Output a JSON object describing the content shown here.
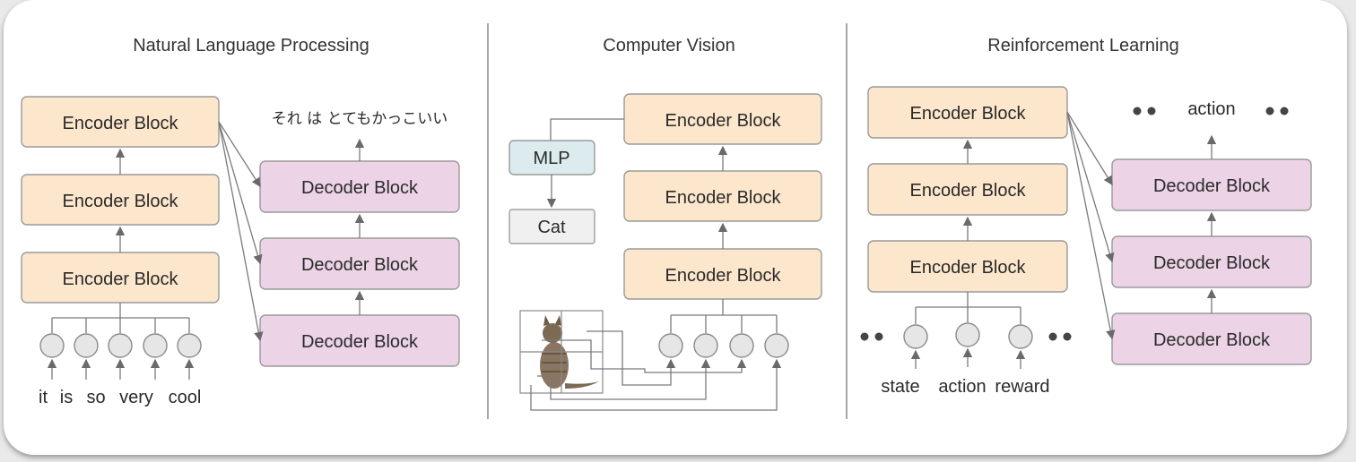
{
  "panels": {
    "nlp": {
      "title": "Natural Language Processing",
      "encoder_labels": [
        "Encoder Block",
        "Encoder Block",
        "Encoder Block"
      ],
      "decoder_labels": [
        "Decoder Block",
        "Decoder Block",
        "Decoder Block"
      ],
      "output_text": "それ は とてもかっこいい",
      "input_words": [
        "it",
        "is",
        "so",
        "very",
        "cool"
      ]
    },
    "cv": {
      "title": "Computer Vision",
      "encoder_labels": [
        "Encoder Block",
        "Encoder Block",
        "Encoder Block"
      ],
      "mlp_label": "MLP",
      "class_label": "Cat"
    },
    "rl": {
      "title": "Reinforcement Learning",
      "encoder_labels": [
        "Encoder Block",
        "Encoder Block",
        "Encoder Block"
      ],
      "decoder_labels": [
        "Decoder Block",
        "Decoder Block",
        "Decoder Block"
      ],
      "output_label": "action",
      "input_words": [
        "state",
        "action",
        "reward"
      ]
    }
  },
  "colors": {
    "encoder_fill": "#fce6cc",
    "decoder_fill": "#ecd3e6",
    "mlp_fill": "#dcebed",
    "cat_fill": "#f0f0f0"
  }
}
